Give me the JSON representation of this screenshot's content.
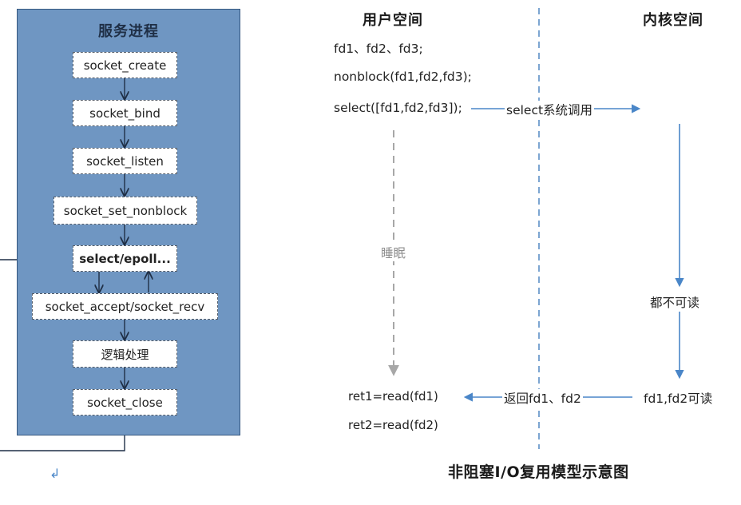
{
  "left_panel": {
    "title": "服务进程",
    "steps": [
      "socket_create",
      "socket_bind",
      "socket_listen",
      "socket_set_nonblock",
      "select/epoll...",
      "socket_accept/socket_recv",
      "逻辑处理",
      "socket_close"
    ]
  },
  "sequence": {
    "user_space_title": "用户空间",
    "kernel_space_title": "内核空间",
    "user_lines": [
      "fd1、fd2、fd3;",
      "nonblock(fd1,fd2,fd3);",
      "select([fd1,fd2,fd3]);"
    ],
    "select_call_label": "select系统调用",
    "sleep_label": "睡眠",
    "not_readable_label": "都不可读",
    "readable_label": "fd1,fd2可读",
    "return_label": "返回fd1、fd2",
    "read_lines": [
      "ret1=read(fd1)",
      "ret2=read(fd2)"
    ]
  },
  "caption": "非阻塞I/O复用模型示意图",
  "return_mark": "↲",
  "colors": {
    "panel_fill": "#6f96c2",
    "arrow_blue": "#4a86c8",
    "divider_blue": "#5b8fc6",
    "sleep_grey": "#a7a7a7"
  }
}
